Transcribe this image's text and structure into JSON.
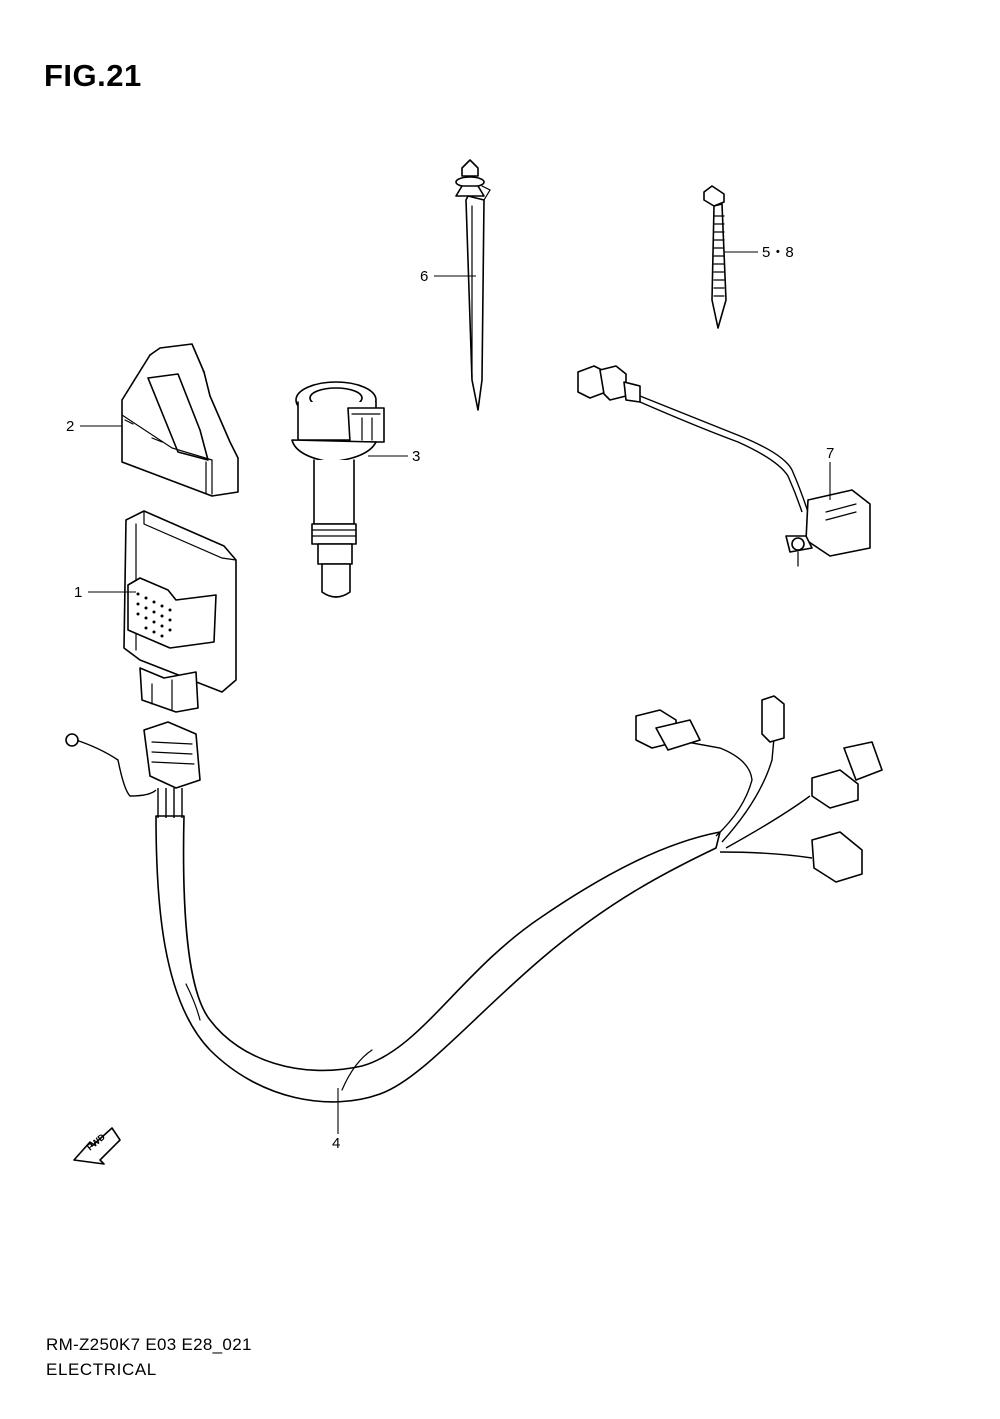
{
  "figure": {
    "title": "FIG.21",
    "code": "RM-Z250K7 E03 E28_021",
    "section": "ELECTRICAL"
  },
  "callouts": {
    "c1": "1",
    "c2": "2",
    "c3": "3",
    "c4": "4",
    "c5_8": "5・8",
    "c6": "6",
    "c7": "7"
  },
  "direction_arrow": "FWD"
}
